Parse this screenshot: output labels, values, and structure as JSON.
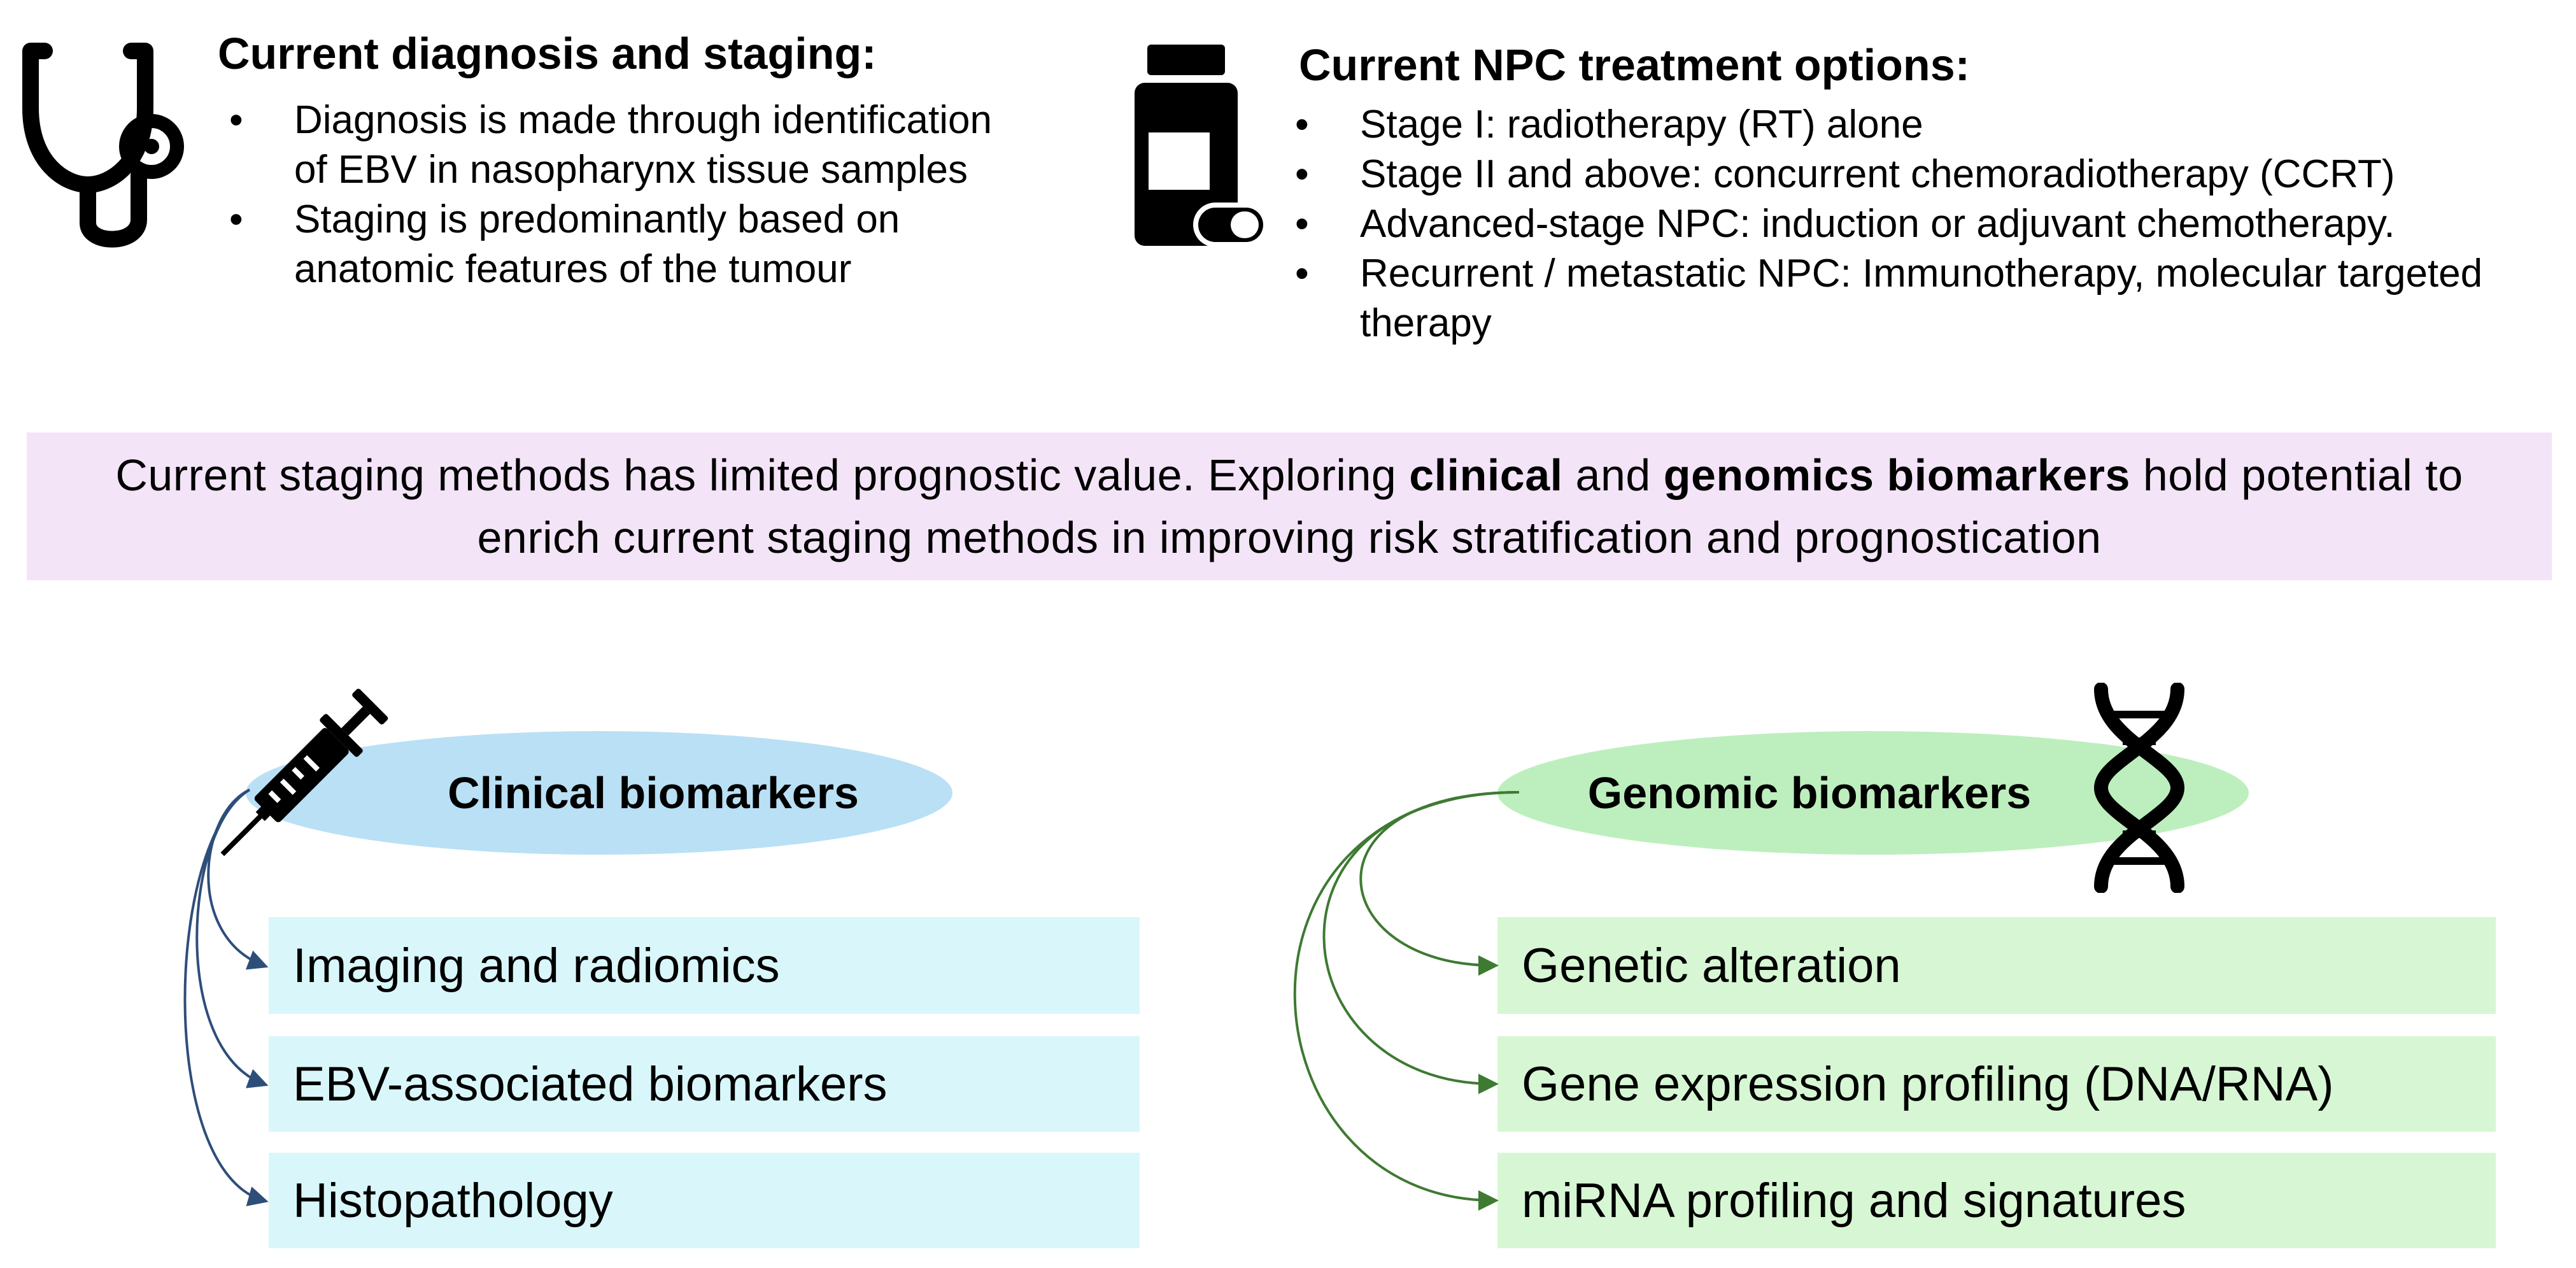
{
  "diagnosis": {
    "title": "Current diagnosis and staging:",
    "items": [
      "Diagnosis is made through identification of EBV in nasopharynx tissue samples",
      "Staging is predominantly based on anatomic features of the tumour"
    ],
    "icon": "stethoscope-icon"
  },
  "treatment": {
    "title": "Current NPC treatment options:",
    "items": [
      "Stage I: radiotherapy (RT) alone",
      "Stage II and above: concurrent chemoradiotherapy (CCRT)",
      "Advanced-stage NPC: induction or adjuvant chemotherapy.",
      "Recurrent / metastatic NPC: Immunotherapy, molecular targeted therapy"
    ],
    "icon": "medicine-bottle-icon"
  },
  "summary": {
    "part1": "Current staging methods has limited prognostic value. Exploring ",
    "bold1": "clinical",
    "part2": " and ",
    "bold2": "genomics biomarkers",
    "part3": " hold potential to enrich current staging methods in improving risk stratification and prognostication"
  },
  "clinical": {
    "title": "Clinical biomarkers",
    "items": [
      "Imaging and radiomics",
      "EBV-associated biomarkers",
      "Histopathology"
    ],
    "icon": "syringe-icon"
  },
  "genomic": {
    "title": "Genomic biomarkers",
    "items": [
      "Genetic alteration",
      "Gene expression profiling (DNA/RNA)",
      "miRNA profiling and signatures"
    ],
    "icon": "dna-icon"
  },
  "colors": {
    "summary_bg": "#F3E4F7",
    "clinical_ellipse": "#B9E0F5",
    "clinical_box": "#D9F7FB",
    "genomic_ellipse": "#BDEFBE",
    "genomic_box": "#D7F7D4",
    "clinical_arrow": "#2E4E7A",
    "genomic_arrow": "#3E7A32"
  }
}
